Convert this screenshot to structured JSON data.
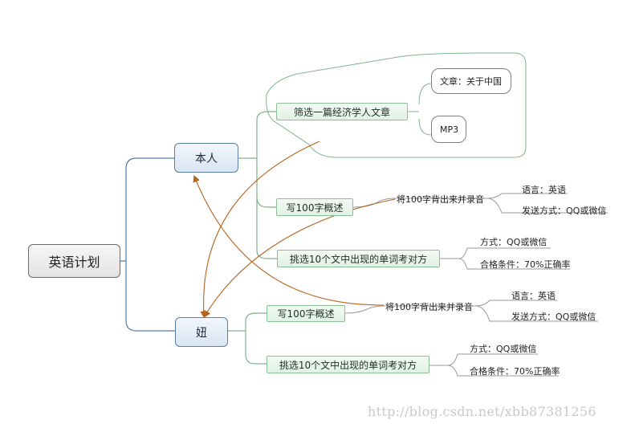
{
  "root": {
    "label": "英语计划"
  },
  "branches": [
    {
      "label": "本人",
      "children": [
        {
          "label": "筛选一篇经济学人文章",
          "leaves": [
            "文章：关于中国",
            "MP3"
          ]
        },
        {
          "label": "写100字概述",
          "link_label": "将100字背出来并录音",
          "leaves": [
            "语言：英语",
            "发送方式：QQ或微信"
          ]
        },
        {
          "label": "挑选10个文中出现的单词考对方",
          "leaves": [
            "方式：QQ或微信",
            "合格条件：70%正确率"
          ]
        }
      ]
    },
    {
      "label": "妞",
      "children": [
        {
          "label": "写100字概述",
          "link_label": "将100字背出来并录音",
          "leaves": [
            "语言：英语",
            "发送方式：QQ或微信"
          ]
        },
        {
          "label": "挑选10个文中出现的单词考对方",
          "leaves": [
            "方式：QQ或微信",
            "合格条件：70%正确率"
          ]
        }
      ]
    }
  ],
  "watermark": "http://blog.csdn.net/xbb87381256",
  "colors": {
    "main_line": "#4f7dad",
    "sub_line": "#7fb58a",
    "relation": "#b5651d",
    "boundary": "#7fb58a"
  }
}
